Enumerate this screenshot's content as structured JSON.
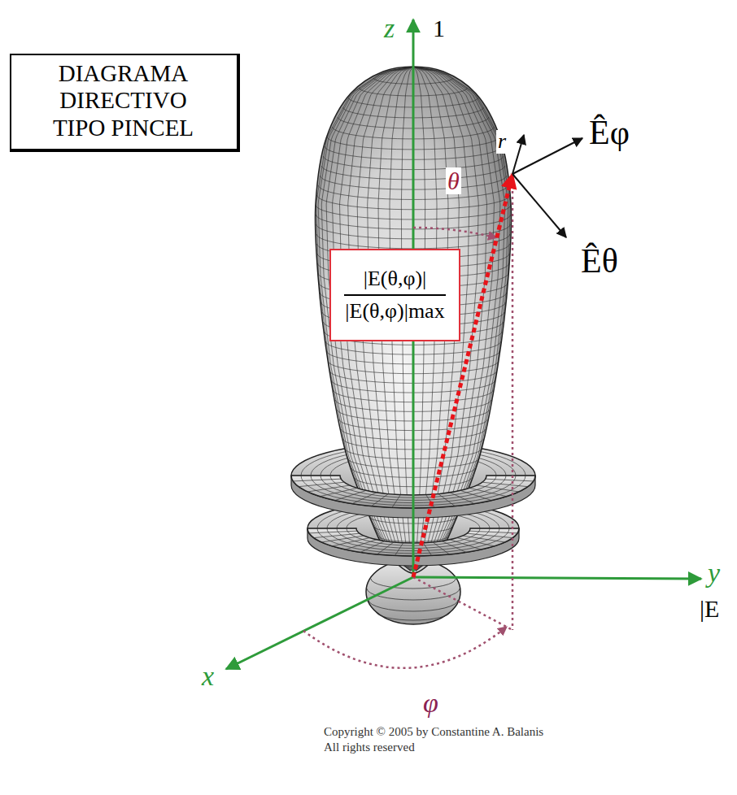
{
  "diagram": {
    "nodes": [
      {
        "text": [
          "DIAGRAMA DIRECTIVO TIPO PINCEL"
        ]
      },
      {
        "text": [
          "|E(θ,φ)|",
          "|E(θ,φ)|max"
        ]
      }
    ],
    "labels": [
      "z",
      "1",
      "r",
      "Êφ",
      "Êθ",
      "θ",
      "x",
      "y",
      "|E",
      "φ",
      "Copyright © 2005 by Constantine A. Balanis",
      "All rights reserved"
    ]
  }
}
